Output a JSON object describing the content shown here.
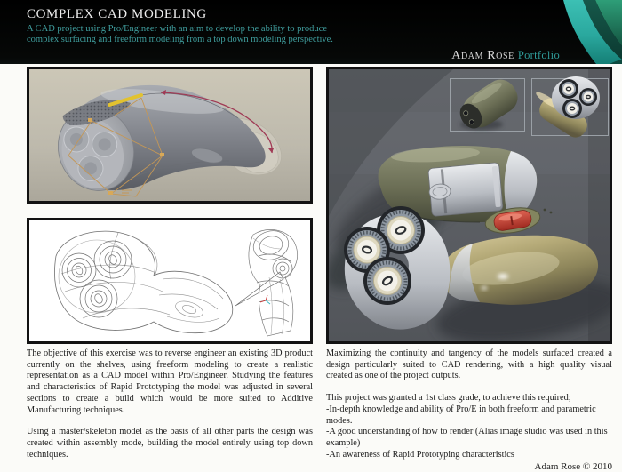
{
  "colors": {
    "banner_bg": "#050505",
    "accent_teal": "#3f9d9d",
    "brand_teal": "#2f9b99",
    "body_text": "#1c1c1c",
    "render_bg_gray": "#5d6065",
    "shaver_olive": "#767a5e",
    "shaver_gold": "#b3a97a",
    "button_red": "#c0392f"
  },
  "header": {
    "title": "COMPLEX CAD MODELING",
    "subtitle": "A CAD project using Pro/Engineer with an aim to develop the ability to produce complex surfacing and freeform modeling from a top down modeling perspective.",
    "brand_name": "Adam Rose",
    "brand_suffix": "Portfolio"
  },
  "left_column": {
    "paragraphs": [
      "The objective of this exercise was to reverse engineer an existing 3D product currently on the shelves, using freeform modeling to create a realistic representation as a CAD model within Pro/Engineer. Studying the features and characteristics of Rapid Prototyping the model was adjusted in several sections to create a build which would be more suited to Additive Manufacturing techniques.",
      "Using a master/skeleton model as the basis of all other parts the design was created within assembly mode, building the model entirely using top down techniques."
    ]
  },
  "right_column": {
    "paragraphs": [
      "Maximizing the continuity and tangency of the models surfaced created a design particularly suited to CAD rendering, with a high quality visual created as one of the project outputs.",
      "This project was granted a 1st class grade, to achieve this required;"
    ],
    "bullets": [
      "-In-depth knowledge and ability of Pro/E in both freeform and parametric modes.",
      "-A good understanding of how to render (Alias image studio was used in this example)",
      "-An awareness of Rapid Prototyping characteristics"
    ],
    "footer": "Adam Rose © 2010"
  }
}
